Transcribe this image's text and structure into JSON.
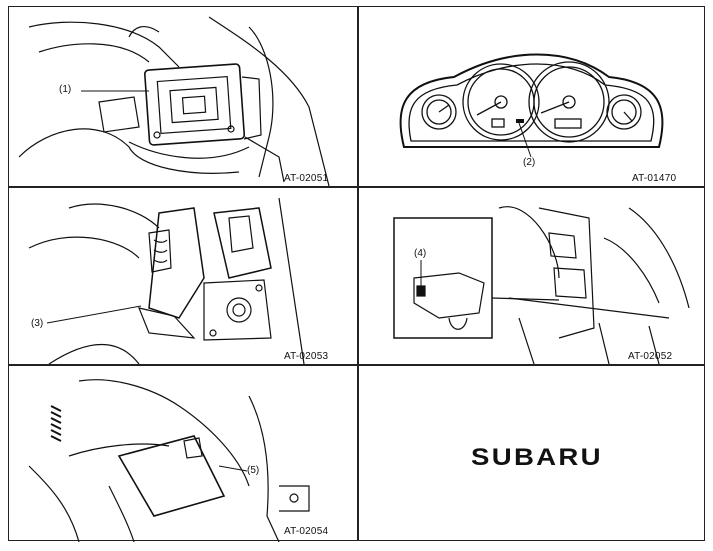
{
  "figures": [
    {
      "code": "AT-02051",
      "callout": "(1)"
    },
    {
      "code": "AT-01470",
      "callout": "(2)"
    },
    {
      "code": "AT-02053",
      "callout": "(3)"
    },
    {
      "code": "AT-02052",
      "callout": "(4)"
    },
    {
      "code": "AT-02054",
      "callout": "(5)"
    }
  ],
  "brand": "SUBARU",
  "colors": {
    "ink": "#111111",
    "paper": "#ffffff",
    "shade": "#cfcfcf"
  }
}
